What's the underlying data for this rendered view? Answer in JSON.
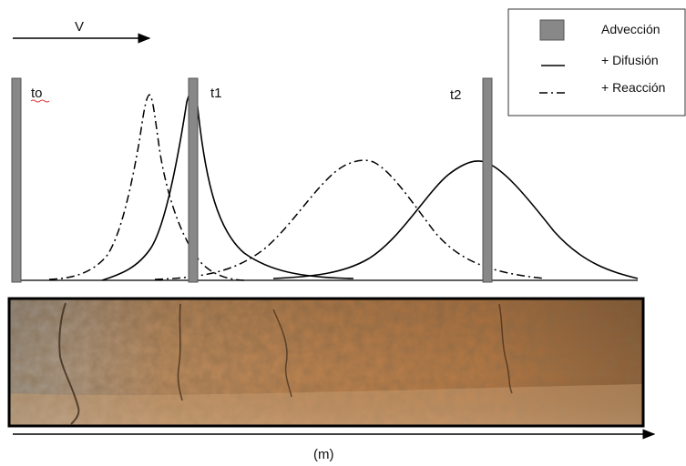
{
  "velocity_label": "V",
  "time_labels": {
    "t0": "to",
    "t1": "t1",
    "t2": "t2"
  },
  "axis_unit": "(m)",
  "legend": {
    "advection": "Advección",
    "diffusion": "+ Difusión",
    "reaction": "+ Reacción"
  },
  "colors": {
    "marker_fill": "#888888",
    "marker_stroke": "#555555",
    "curve": "#000000"
  }
}
